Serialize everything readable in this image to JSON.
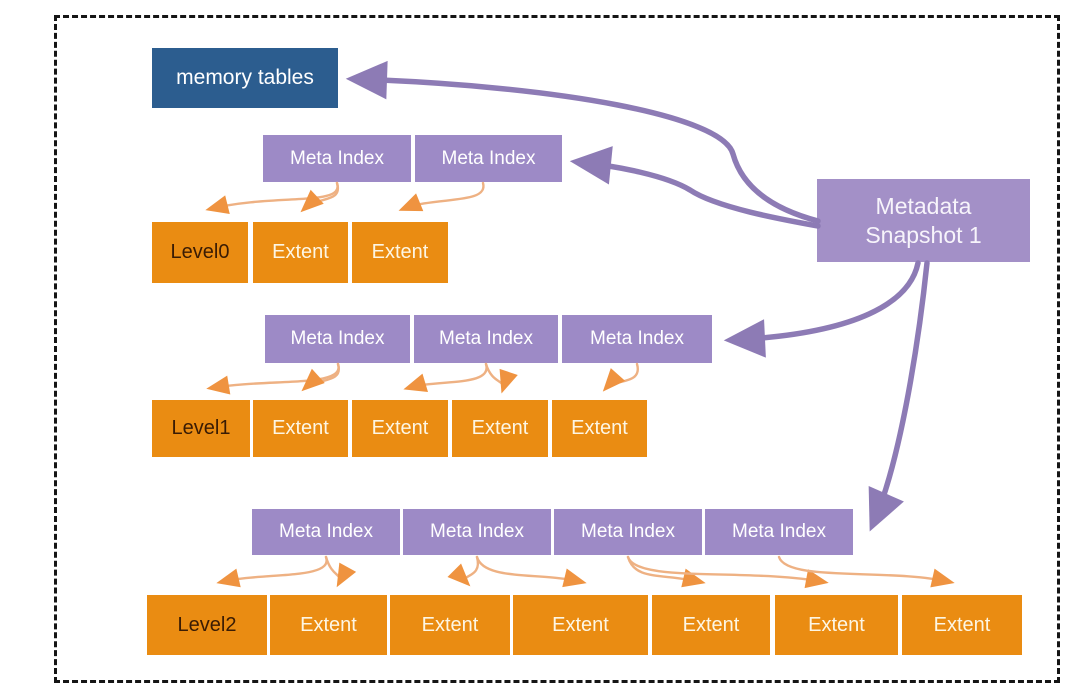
{
  "memory_tables": {
    "label": "memory tables"
  },
  "snapshot": {
    "line1": "Metadata",
    "line2": "Snapshot 1"
  },
  "levels": [
    {
      "row_label": "Level0",
      "meta_indexes": [
        "Meta Index",
        "Meta Index"
      ],
      "extents": [
        "Extent",
        "Extent"
      ]
    },
    {
      "row_label": "Level1",
      "meta_indexes": [
        "Meta Index",
        "Meta Index",
        "Meta Index"
      ],
      "extents": [
        "Extent",
        "Extent",
        "Extent",
        "Extent"
      ]
    },
    {
      "row_label": "Level2",
      "meta_indexes": [
        "Meta Index",
        "Meta Index",
        "Meta Index",
        "Meta Index"
      ],
      "extents": [
        "Extent",
        "Extent",
        "Extent",
        "Extent",
        "Extent",
        "Extent"
      ]
    }
  ],
  "colors": {
    "memory_tables_bg": "#2c5d8f",
    "meta_index_bg": "#9d8ac6",
    "snapshot_bg": "#a390c7",
    "extent_bg": "#ea8c12",
    "level_label_text": "#3a1c04",
    "purple_arrow": "#8d7bb5",
    "orange_arrow_line": "#eeb183",
    "orange_arrowhead": "#ef9340",
    "dashed_border": "#151515"
  }
}
